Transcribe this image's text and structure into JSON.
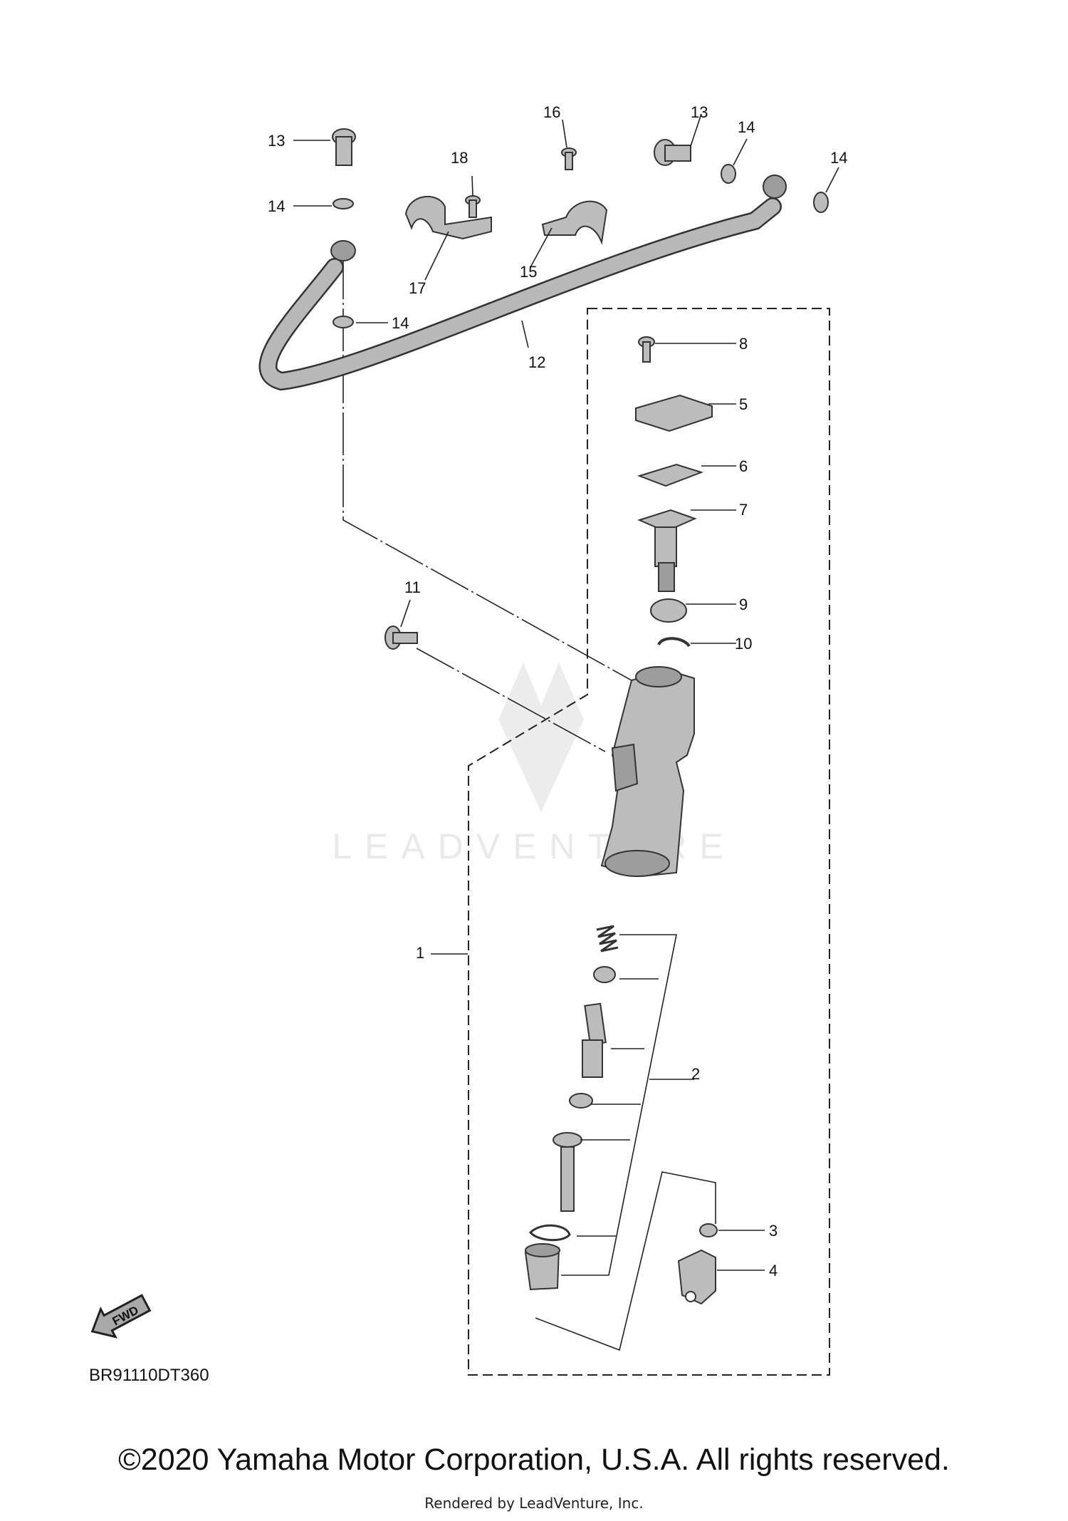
{
  "callouts": [
    "1",
    "2",
    "3",
    "4",
    "5",
    "6",
    "7",
    "8",
    "9",
    "10",
    "11",
    "12",
    "13",
    "13",
    "14",
    "14",
    "14",
    "14",
    "15",
    "16",
    "17",
    "18"
  ],
  "diagram_code": "BR91110DT360",
  "fwd_label": "FWD",
  "watermark": "LEADVENTURE",
  "copyright": "©2020 Yamaha Motor Corporation, U.S.A. All rights reserved.",
  "rendered_by": "Rendered by LeadVenture, Inc."
}
